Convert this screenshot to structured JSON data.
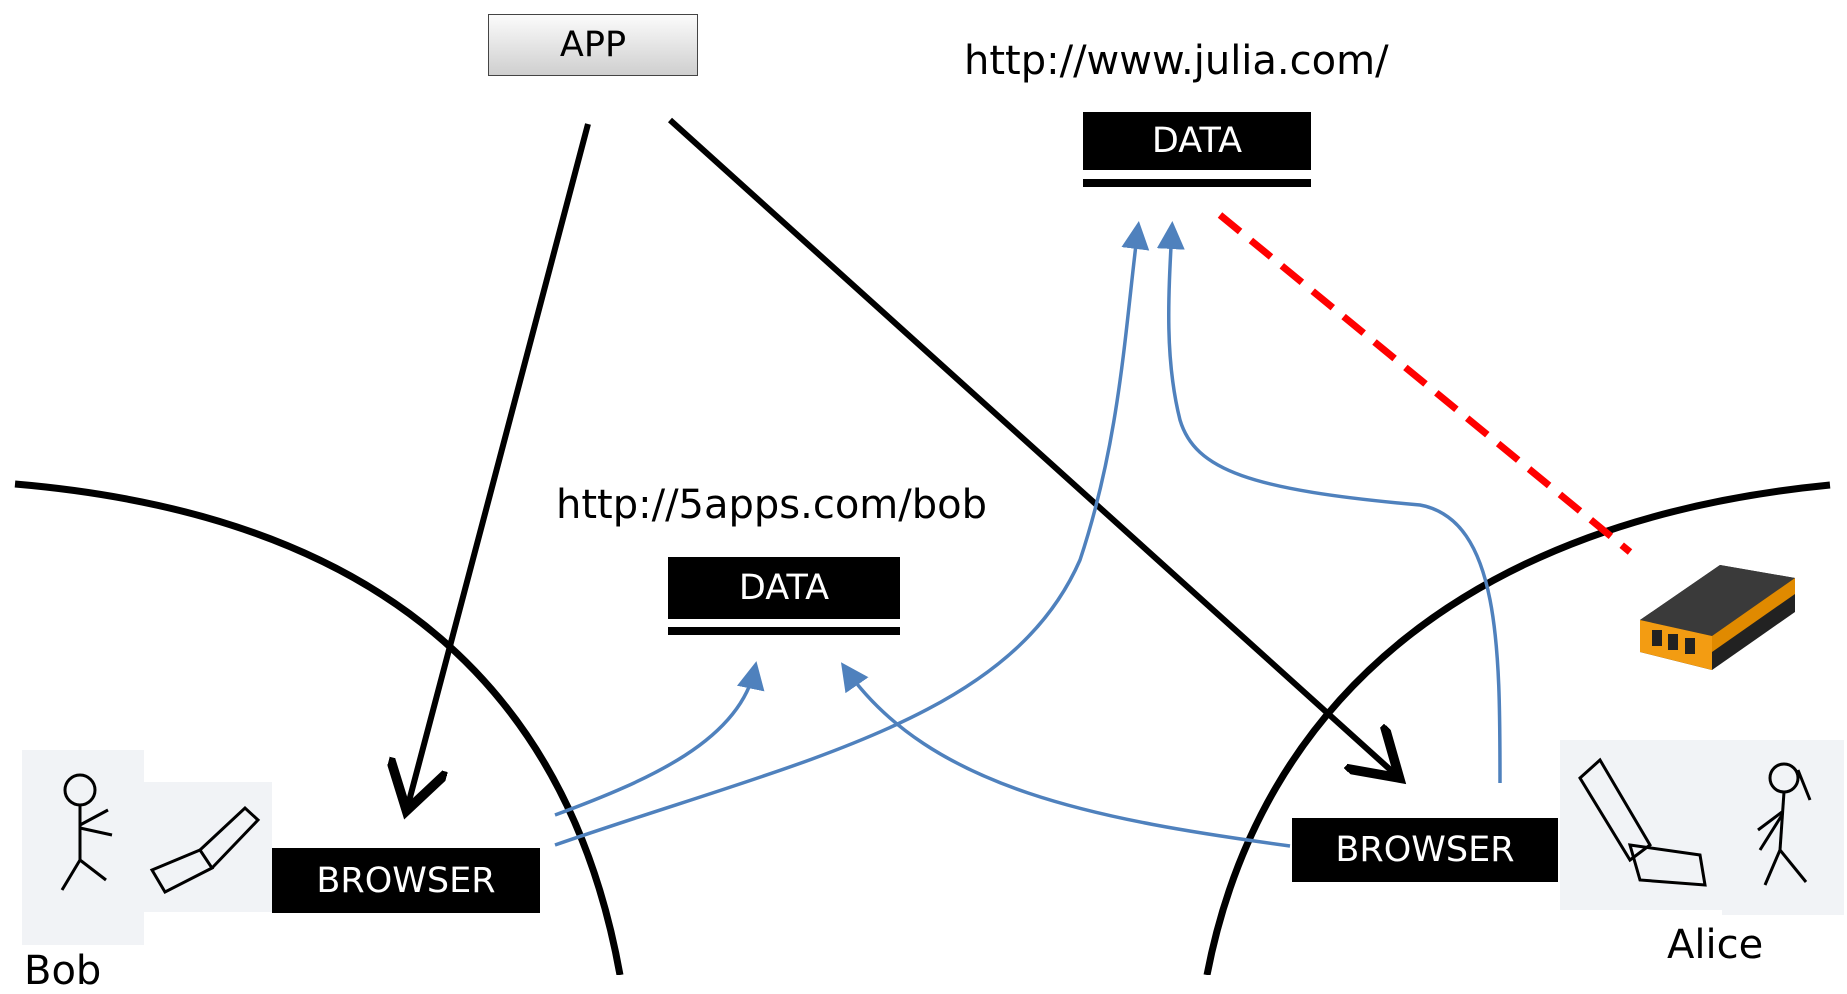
{
  "app": {
    "label": "APP"
  },
  "julia": {
    "url": "http://www.julia.com/",
    "data_label": "DATA"
  },
  "bob_store": {
    "url": "http://5apps.com/bob",
    "data_label": "DATA"
  },
  "bob": {
    "name": "Bob",
    "browser_label": "BROWSER"
  },
  "alice": {
    "name": "Alice",
    "browser_label": "BROWSER"
  },
  "colors": {
    "app_flow": "#000000",
    "data_flow": "#4f81bd",
    "blocked_link": "#ff0000",
    "device_body": "#222222",
    "device_accent": "#f39c12"
  }
}
